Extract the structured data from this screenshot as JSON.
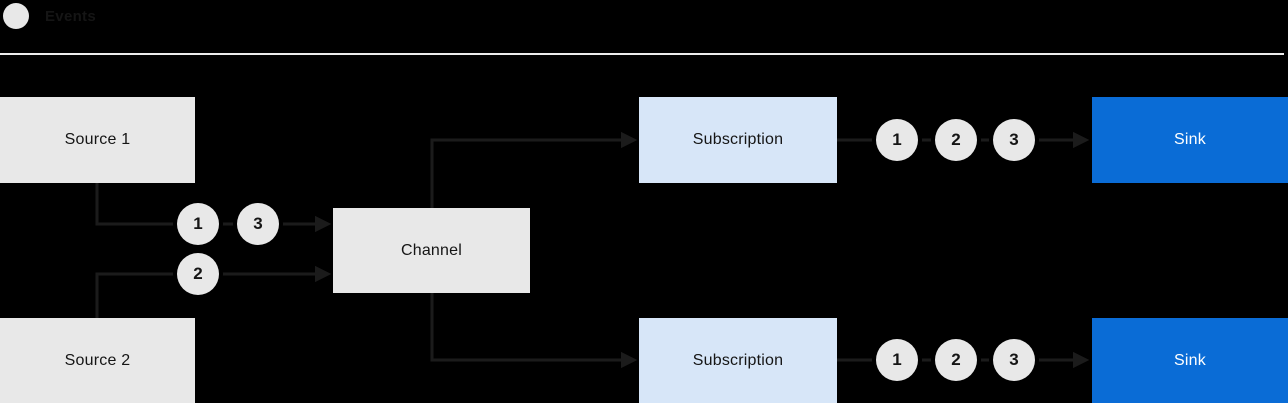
{
  "header": {
    "legend_label": "Events"
  },
  "colors": {
    "background": "#000000",
    "node_gray": "#e8e8e8",
    "node_light_blue": "#d7e6f8",
    "node_blue": "#0a6cd6",
    "line": "#1b1b1b",
    "text_dark": "#151515",
    "text_light": "#ffffff",
    "divider": "#ededed",
    "event_circle": "#e8e8e8"
  },
  "nodes": {
    "source1": "Source 1",
    "source2": "Source 2",
    "channel": "Channel",
    "subscription_top": "Subscription",
    "subscription_bottom": "Subscription",
    "sink_top": "Sink",
    "sink_bottom": "Sink"
  },
  "events": {
    "source1_to_channel": [
      "1",
      "3"
    ],
    "source2_to_channel": [
      "2"
    ],
    "top_subscription_to_sink": [
      "1",
      "2",
      "3"
    ],
    "bottom_subscription_to_sink": [
      "1",
      "2",
      "3"
    ]
  }
}
